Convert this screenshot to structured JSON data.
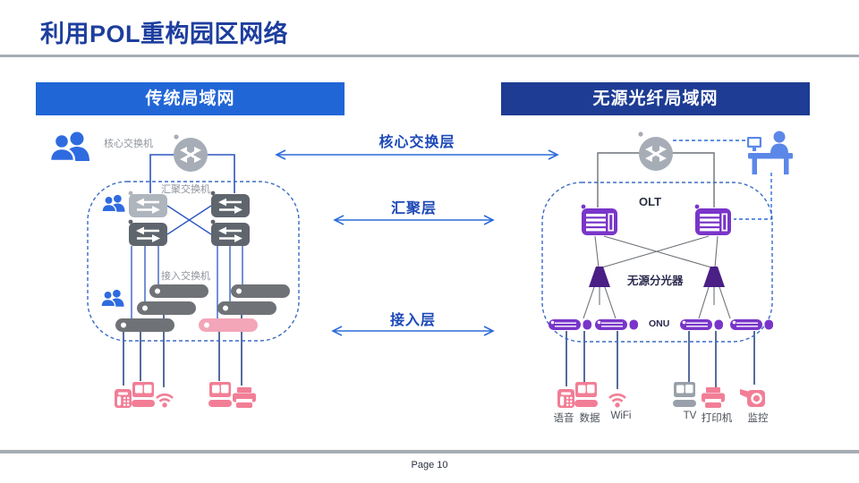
{
  "slide": {
    "title": "利用POL重构园区网络",
    "page_label": "Page 10"
  },
  "panels": {
    "left": {
      "header": "传统局域网"
    },
    "right": {
      "header": "无源光纤局域网"
    }
  },
  "layers": [
    {
      "label": "核心交换层"
    },
    {
      "label": "汇聚层"
    },
    {
      "label": "接入层"
    }
  ],
  "left_diagram": {
    "core_switch_label": "核心交换机",
    "agg_switch_label": "汇聚交换机",
    "access_switch_label": "接入交换机"
  },
  "right_diagram": {
    "olt_label": "OLT",
    "splitter_label": "无源分光器",
    "onu_label": "ONU",
    "devices": [
      "语音",
      "数据",
      "WiFi",
      "TV",
      "打印机",
      "监控"
    ]
  },
  "icons": [
    "users-icon",
    "core-switch-icon",
    "aggregation-switch-icon",
    "access-switch-icon",
    "phone-icon",
    "computer-icon",
    "wifi-icon",
    "printer-icon",
    "camera-icon",
    "olt-device-icon",
    "splitter-icon",
    "onu-device-icon",
    "person-at-desk-icon",
    "double-arrow-icon"
  ],
  "colors": {
    "title_blue": "#1d3e9e",
    "banner_left_blue": "#2166d6",
    "banner_right_navy": "#1e3c94",
    "layer_text_blue": "#1d49b8",
    "arrow_blue": "#2b6bd8",
    "dashed_border_blue": "#3a6bc4",
    "connector_blue": "#2b55c0",
    "connector_gray": "#6d7278",
    "device_line_navy": "#1e3a7a",
    "switch_dark_gray": "#5f656d",
    "switch_light_gray": "#aeb5bd",
    "core_switch_gray": "#a7adb6",
    "access_bar_pink": "#f2a6b8",
    "device_pink": "#f27e96",
    "tv_gray": "#99a0aa",
    "pon_purple": "#7935c9",
    "splitter_purple": "#4a1f86",
    "people_blue": "#2f6be0",
    "desk_person_blue": "#5b87e8",
    "rule_gray": "#a6adb5",
    "small_label_gray": "#8e939b"
  }
}
